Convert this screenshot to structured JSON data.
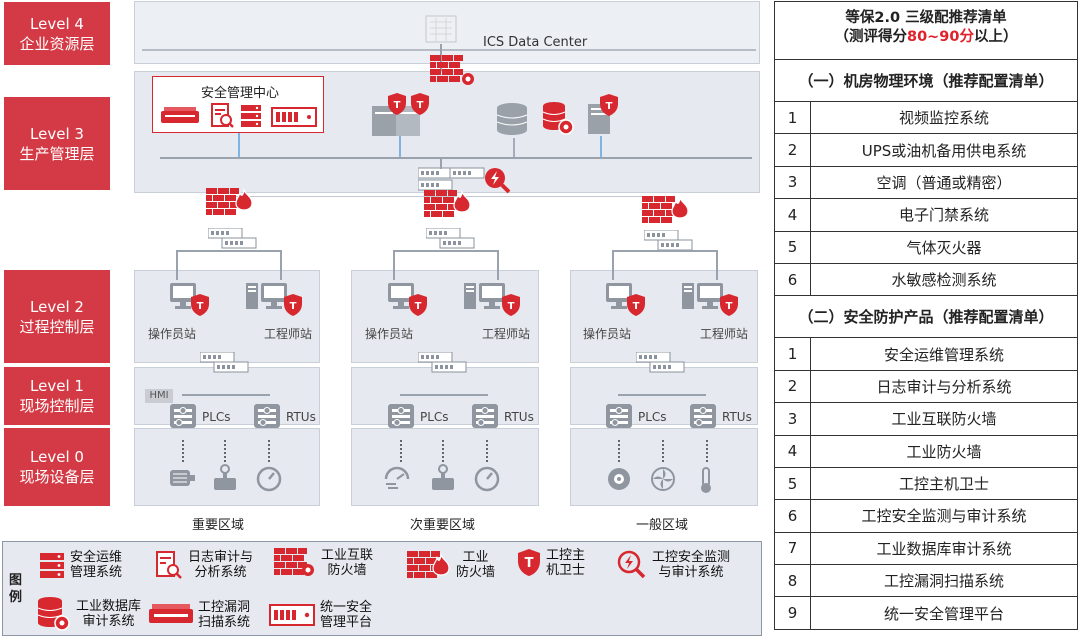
{
  "levels": [
    {
      "en": "Level 4",
      "zh": "企业资源层"
    },
    {
      "en": "Level 3",
      "zh": "生产管理层"
    },
    {
      "en": "Level 2",
      "zh": "过程控制层"
    },
    {
      "en": "Level 1",
      "zh": "现场控制层"
    },
    {
      "en": "Level 0",
      "zh": "现场设备层"
    }
  ],
  "diagram": {
    "ics_label": "ICS Data Center",
    "smc_label": "安全管理中心",
    "operator_label": "操作员站",
    "engineer_label": "工程师站",
    "hmi_label": "HMI",
    "plcs_label": "PLCs",
    "rtus_label": "RTUs",
    "zones": [
      "重要区域",
      "次重要区域",
      "一般区域"
    ]
  },
  "legend": {
    "title": "图例",
    "items": [
      {
        "text": "安全运维\n管理系统",
        "icon": "ops-icon"
      },
      {
        "text": "日志审计与\n分析系统",
        "icon": "log-audit-icon"
      },
      {
        "text": "工业互联\n防火墙",
        "icon": "internet-firewall-icon"
      },
      {
        "text": "工业\n防火墙",
        "icon": "industrial-firewall-icon"
      },
      {
        "text": "工控主\n机卫士",
        "icon": "host-guard-icon"
      },
      {
        "text": "工控安全监测\n与审计系统",
        "icon": "monitor-audit-icon"
      },
      {
        "text": "工业数据库\n审计系统",
        "icon": "db-audit-icon"
      },
      {
        "text": "工控漏洞\n扫描系统",
        "icon": "vuln-scan-icon"
      },
      {
        "text": "统一安全\n管理平台",
        "icon": "unified-platform-icon"
      }
    ]
  },
  "table": {
    "title_line1": "等保2.0 三级配推荐清单",
    "title_line2_pre": "（测评得分",
    "title_line2_red": "80~90分",
    "title_line2_post": "以上）",
    "section1": "（一）机房物理环境（推荐配置清单）",
    "items1": [
      {
        "n": "1",
        "name": "视频监控系统"
      },
      {
        "n": "2",
        "name": "UPS或油机备用供电系统"
      },
      {
        "n": "3",
        "name": "空调（普通或精密）"
      },
      {
        "n": "4",
        "name": "电子门禁系统"
      },
      {
        "n": "5",
        "name": "气体灭火器"
      },
      {
        "n": "6",
        "name": "水敏感检测系统"
      }
    ],
    "section2": "（二）安全防护产品（推荐配置清单）",
    "items2": [
      {
        "n": "1",
        "name": "安全运维管理系统"
      },
      {
        "n": "2",
        "name": "日志审计与分析系统"
      },
      {
        "n": "3",
        "name": "工业互联防火墙"
      },
      {
        "n": "4",
        "name": "工业防火墙"
      },
      {
        "n": "5",
        "name": "工控主机卫士"
      },
      {
        "n": "6",
        "name": "工控安全监测与审计系统"
      },
      {
        "n": "7",
        "name": "工业数据库审计系统"
      },
      {
        "n": "8",
        "name": "工控漏洞扫描系统"
      },
      {
        "n": "9",
        "name": "统一安全管理平台"
      }
    ]
  },
  "colors": {
    "accent": "#d43a45",
    "icon_red": "#d8282f",
    "zone_bg": "#e6e9ef"
  }
}
